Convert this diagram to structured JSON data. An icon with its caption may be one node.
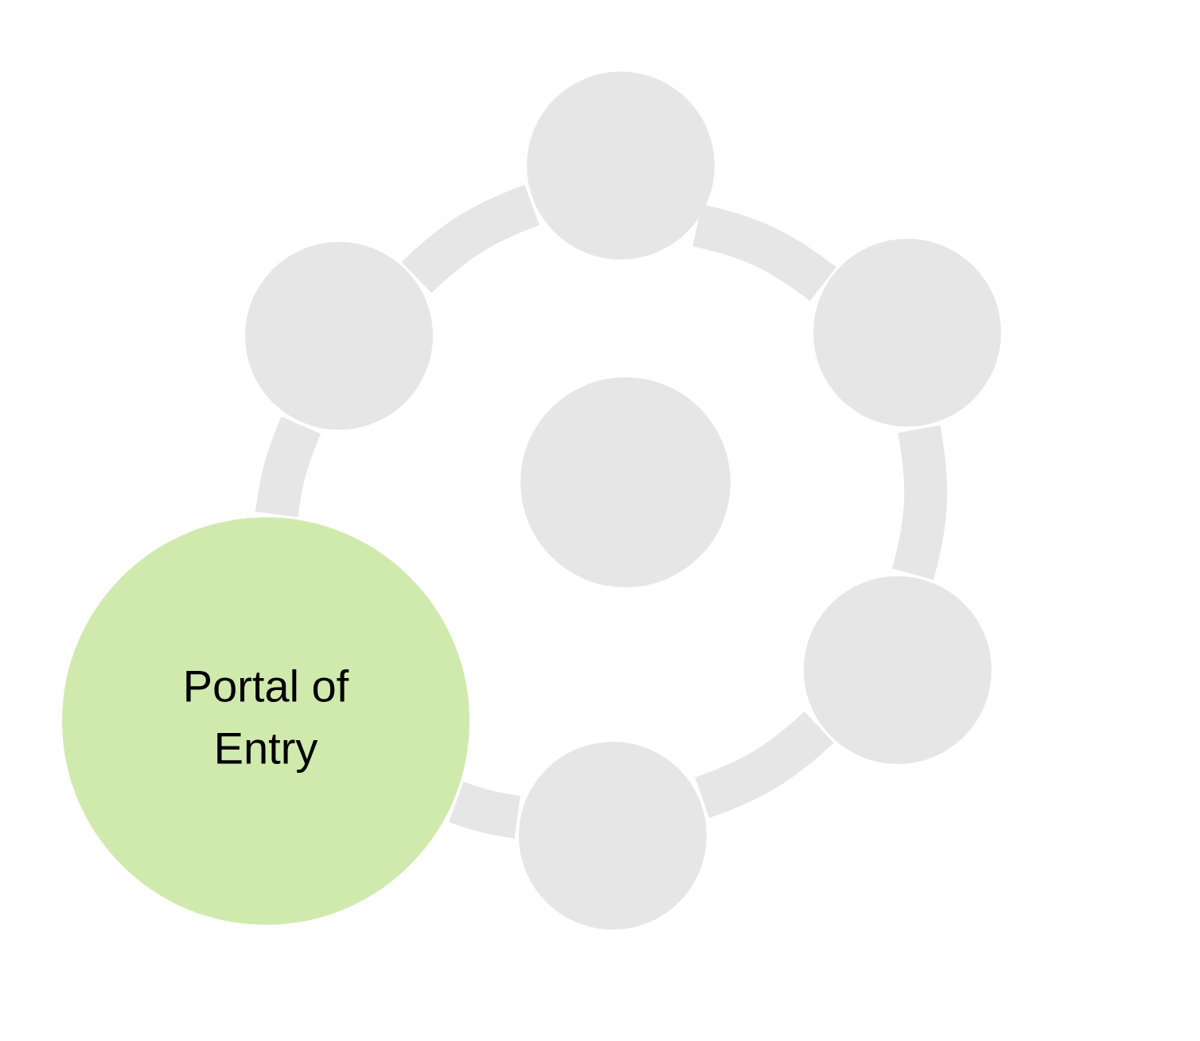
{
  "diagram": {
    "nodes": [
      {
        "text": [],
        "shape": "circle"
      },
      {
        "text": [],
        "shape": "circle"
      },
      {
        "text": [],
        "shape": "circle"
      },
      {
        "text": [],
        "shape": "circle"
      },
      {
        "text": [],
        "shape": "circle"
      },
      {
        "text": [
          "Portal of Entry"
        ]
      },
      {
        "text": [],
        "shape": "circle"
      }
    ],
    "edges": [
      {
        "from": 1,
        "to": 0,
        "arrow": "none"
      },
      {
        "from": 0,
        "to": 2,
        "arrow": "none"
      },
      {
        "from": 2,
        "to": 4,
        "arrow": "none"
      },
      {
        "from": 4,
        "to": 6,
        "arrow": "none"
      },
      {
        "from": 6,
        "to": 5,
        "arrow": "none"
      },
      {
        "from": 5,
        "to": 1,
        "arrow": "none"
      }
    ]
  }
}
